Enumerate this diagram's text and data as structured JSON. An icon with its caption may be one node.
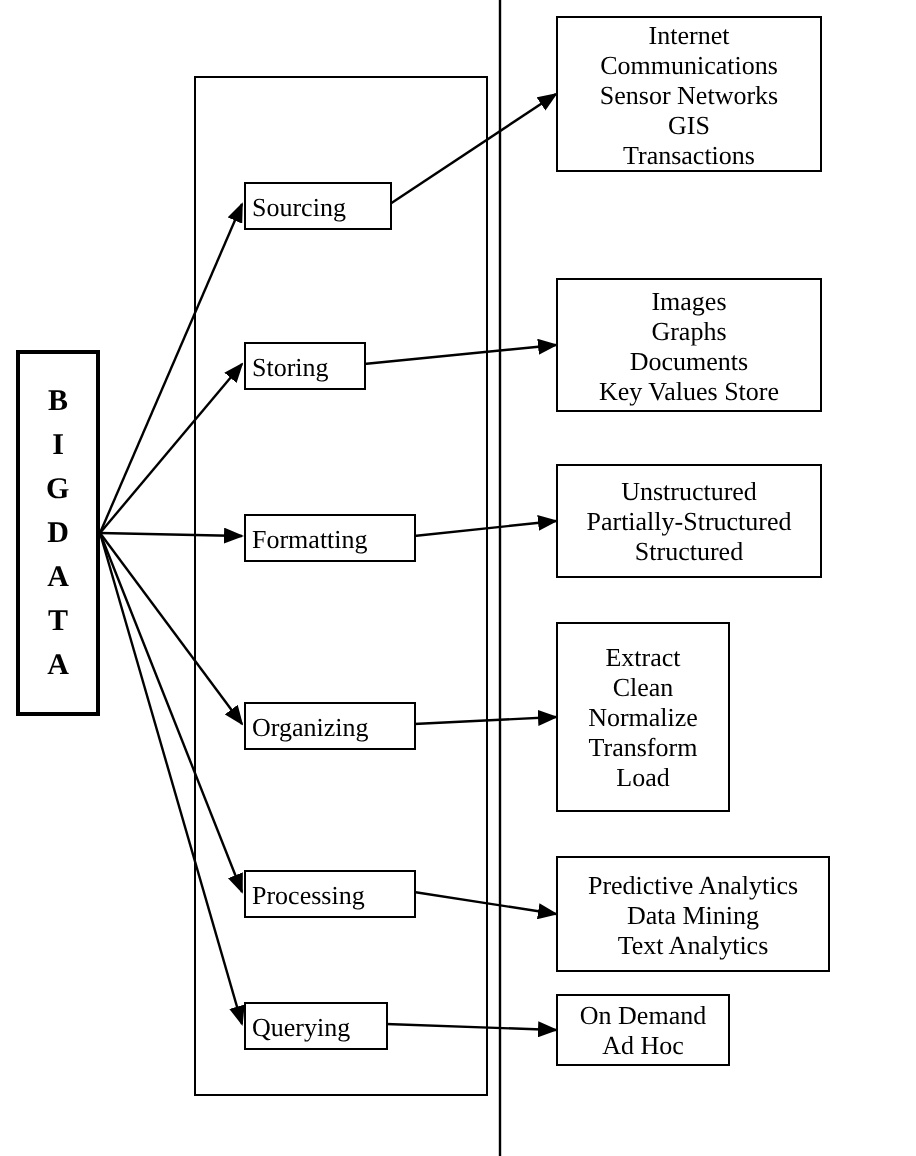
{
  "diagram": {
    "nodes": [
      {
        "text": [
          "BIG DATA"
        ]
      },
      {
        "text": [],
        "shape": "box"
      },
      {
        "text": [
          "Sourcing"
        ],
        "in": 1
      },
      {
        "text": [
          "Storing"
        ],
        "in": 1
      },
      {
        "text": [
          "Formatting"
        ],
        "in": 1
      },
      {
        "text": [
          "Organizing"
        ],
        "in": 1
      },
      {
        "text": [
          "Processing"
        ],
        "in": 1
      },
      {
        "text": [
          "Querying"
        ],
        "in": 1
      },
      {
        "text": [
          "Internet",
          "Communications",
          "Sensor Networks",
          "GIS",
          "Transactions"
        ]
      },
      {
        "text": [
          "Images",
          "Graphs",
          "Documents",
          "Key Values Store"
        ]
      },
      {
        "text": [
          "Unstructured",
          "Partially-Structured",
          "Structured"
        ]
      },
      {
        "text": [
          "Extract",
          "Clean",
          "Normalize",
          "Transform",
          "Load"
        ]
      },
      {
        "text": [
          "Predictive Analytics",
          "Data Mining",
          "Text Analytics"
        ]
      },
      {
        "text": [
          "On Demand",
          "Ad Hoc"
        ]
      }
    ],
    "edges": [
      {
        "from": 0,
        "to": 2,
        "arrow": "to"
      },
      {
        "from": 0,
        "to": 3,
        "arrow": "to"
      },
      {
        "from": 0,
        "to": 4,
        "arrow": "to"
      },
      {
        "from": 0,
        "to": 5,
        "arrow": "to"
      },
      {
        "from": 0,
        "to": 6,
        "arrow": "to"
      },
      {
        "from": 0,
        "to": 7,
        "arrow": "to"
      },
      {
        "from": 2,
        "to": 8,
        "arrow": "to"
      },
      {
        "from": 3,
        "to": 9,
        "arrow": "to"
      },
      {
        "from": 4,
        "to": 10,
        "arrow": "to"
      },
      {
        "from": 5,
        "to": 11,
        "arrow": "to"
      },
      {
        "from": 6,
        "to": 12,
        "arrow": "to"
      },
      {
        "from": 7,
        "to": 13,
        "arrow": "to"
      }
    ]
  }
}
